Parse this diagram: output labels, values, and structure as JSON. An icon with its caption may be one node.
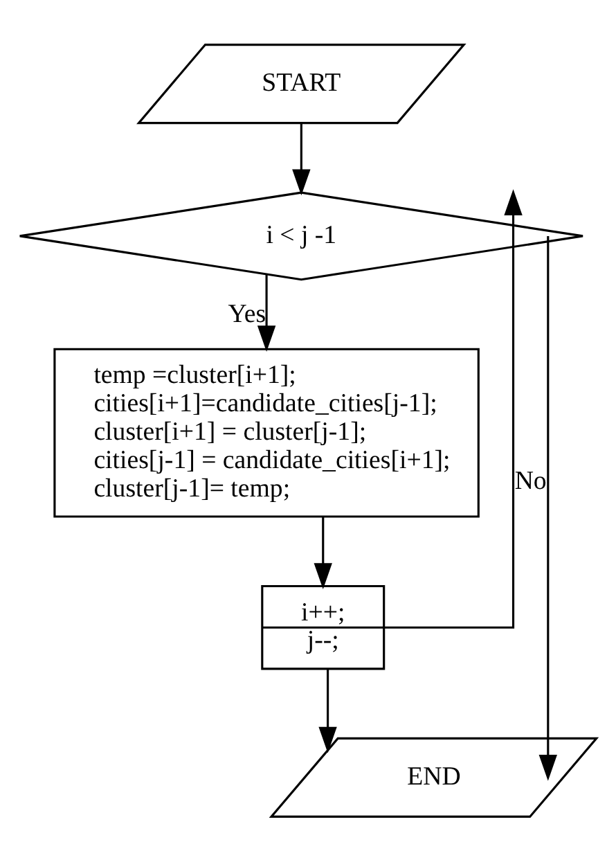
{
  "diagram": {
    "nodes": [
      {
        "text": [
          "START"
        ]
      },
      {
        "text": [
          "i < j -1"
        ]
      },
      {
        "text": [
          "temp =cluster[i+1];",
          "cities[i+1]=candidate_cities[j-1];",
          "cluster[i+1] = cluster[j-1];",
          "cities[j-1] = candidate_cities[i+1];",
          "cluster[j-1]= temp;"
        ]
      },
      {
        "text": [
          "i++;",
          "j--;"
        ]
      },
      {
        "text": [
          "END"
        ]
      }
    ],
    "edges": [
      {
        "from": 0,
        "to": 1,
        "arrow": "to"
      },
      {
        "from": 1,
        "to": 2,
        "arrow": "to",
        "label": "Yes"
      },
      {
        "from": 2,
        "to": 3,
        "arrow": "to"
      },
      {
        "from": 3,
        "to": 1,
        "arrow": "to"
      },
      {
        "from": 3,
        "to": 4,
        "arrow": "to"
      },
      {
        "from": 1,
        "to": 4,
        "arrow": "to",
        "label": "No"
      }
    ]
  }
}
